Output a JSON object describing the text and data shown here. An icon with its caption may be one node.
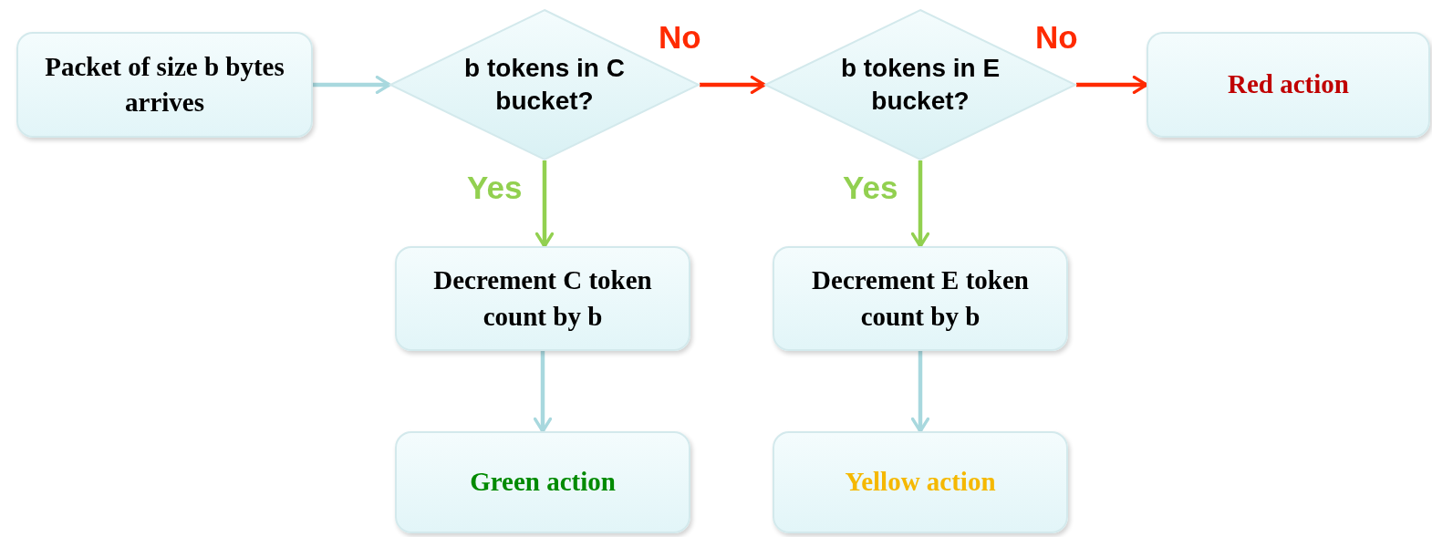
{
  "diagram": {
    "nodes": [
      {
        "text": [
          "Packet of size b bytes arrives"
        ]
      },
      {
        "text": [
          "b tokens in C bucket?"
        ]
      },
      {
        "text": [
          "b tokens in E bucket?"
        ]
      },
      {
        "text": [
          "Red action"
        ]
      },
      {
        "text": [
          "Decrement C token count by b"
        ]
      },
      {
        "text": [
          "Decrement E token count by b"
        ]
      },
      {
        "text": [
          "Green action"
        ]
      },
      {
        "text": [
          "Yellow action"
        ]
      }
    ],
    "edges": [
      {
        "from": 0,
        "to": 1,
        "arrow": "to"
      },
      {
        "from": 1,
        "to": 2,
        "arrow": "to",
        "label": "No",
        "color": "#ff2a00"
      },
      {
        "from": 2,
        "to": 3,
        "arrow": "to",
        "label": "No",
        "color": "#ff2a00"
      },
      {
        "from": 1,
        "to": 4,
        "arrow": "to",
        "label": "Yes",
        "color": "#92d050"
      },
      {
        "from": 2,
        "to": 5,
        "arrow": "to",
        "label": "Yes",
        "color": "#92d050"
      },
      {
        "from": 4,
        "to": 6,
        "arrow": "to"
      },
      {
        "from": 5,
        "to": 7,
        "arrow": "to"
      }
    ]
  }
}
